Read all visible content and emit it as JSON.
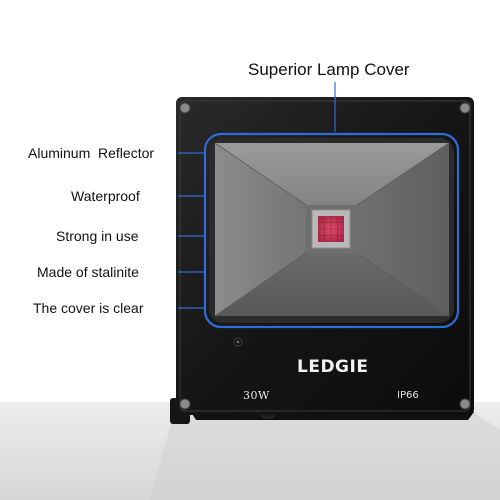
{
  "product": {
    "brand": "LEDGIE",
    "wattage": "30W",
    "rating": "IP66"
  },
  "callouts": {
    "top": "Superior Lamp Cover",
    "left": [
      "Aluminum  Reflector",
      "Waterproof",
      "Strong in use",
      "Made of stalinite",
      "The cover is clear"
    ]
  },
  "colors": {
    "accent_outline": "#2f6cd9",
    "housing": "#1a1a1a",
    "reflector": "#7d7e7f",
    "led_chip": "#c8375a",
    "base_surface": "#e8e8e8"
  }
}
